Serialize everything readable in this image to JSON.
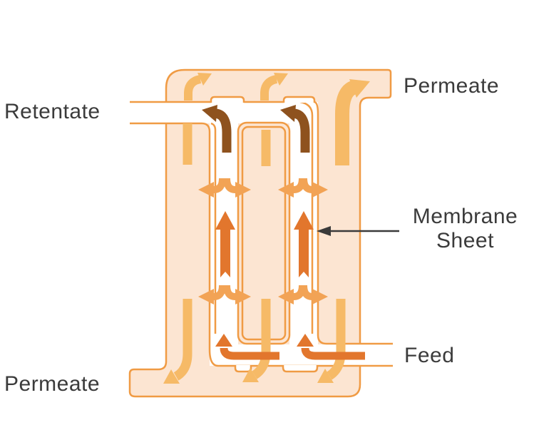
{
  "diagram": {
    "labels": {
      "retentate": "Retentate",
      "permeate_top": "Permeate",
      "membrane_sheet_line1": "Membrane",
      "membrane_sheet_line2": "Sheet",
      "feed": "Feed",
      "permeate_bottom": "Permeate"
    },
    "flows": [
      {
        "name": "permeate",
        "color_key": "permeate_flow"
      },
      {
        "name": "feed",
        "color_key": "feed_flow"
      },
      {
        "name": "retentate",
        "color_key": "retentate_flow"
      },
      {
        "name": "membrane-crossing",
        "color_key": "membrane_cross_flow"
      }
    ]
  },
  "colors": {
    "module_fill": "#FCE5D2",
    "module_outline": "#F09B44",
    "permeate_flow": "#F6BA67",
    "membrane_cross_flow": "#F2A355",
    "feed_flow": "#E2762D",
    "retentate_flow": "#8E521E",
    "pointer_line": "#3A3A3A",
    "label_text": "#3B3B3B",
    "background": "#FFFFFF"
  }
}
